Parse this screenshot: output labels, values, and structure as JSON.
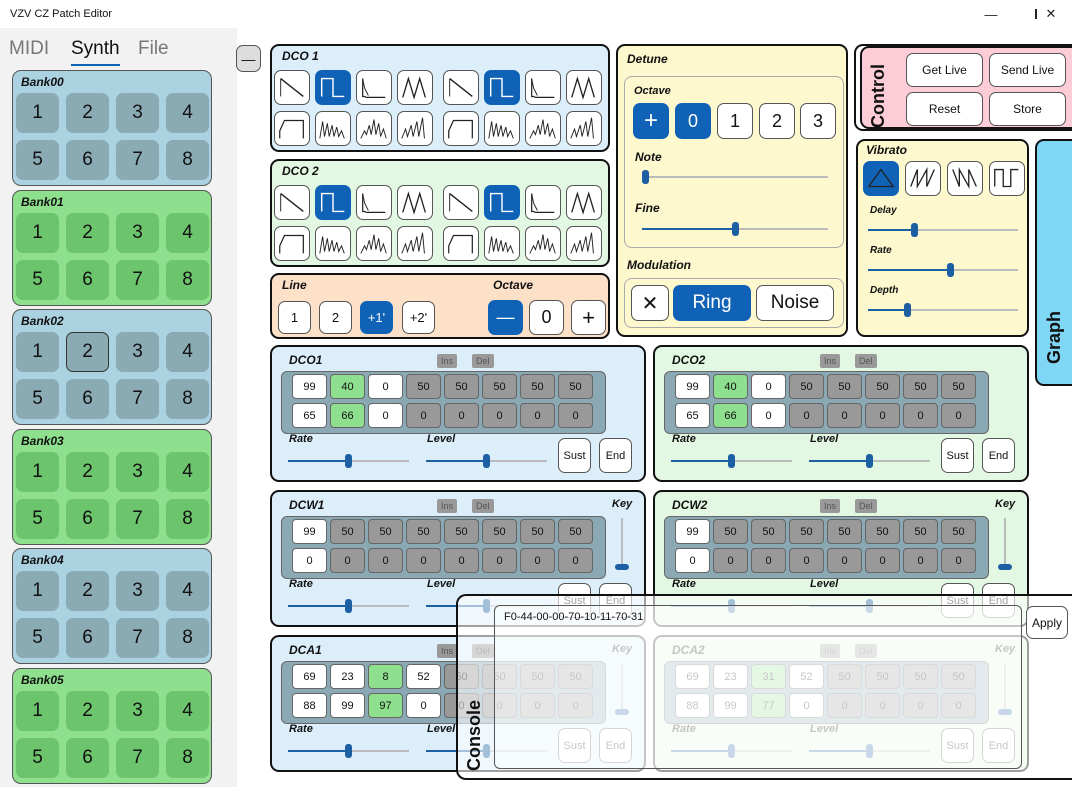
{
  "window": {
    "title": "VZV CZ Patch Editor",
    "minimize": "—",
    "maximize": "☐",
    "close": "✕"
  },
  "tabs": [
    "MIDI",
    "Synth",
    "File"
  ],
  "banks": [
    {
      "name": "Bank00",
      "color": "blue",
      "sel": -1
    },
    {
      "name": "Bank01",
      "color": "green",
      "sel": -1
    },
    {
      "name": "Bank02",
      "color": "blue",
      "sel": 1
    },
    {
      "name": "Bank03",
      "color": "green",
      "sel": -1
    },
    {
      "name": "Bank04",
      "color": "blue",
      "sel": -1
    },
    {
      "name": "Bank05",
      "color": "green",
      "sel": -1
    }
  ],
  "patch_numbers": [
    "1",
    "2",
    "3",
    "4",
    "5",
    "6",
    "7",
    "8"
  ],
  "collapse_label": "—",
  "dco1": {
    "title": "DCO 1"
  },
  "dco2": {
    "title": "DCO 2"
  },
  "line": {
    "title": "Line",
    "buttons": [
      "1",
      "2",
      "+1'",
      "+2'"
    ],
    "octave_label": "Octave",
    "octave_value": "0",
    "minus": "—",
    "plus": "+"
  },
  "detune": {
    "title": "Detune",
    "octave_label": "Octave",
    "plus": "+",
    "buttons": [
      "0",
      "1",
      "2",
      "3"
    ],
    "note_label": "Note",
    "note_value": 0.0,
    "fine_label": "Fine",
    "fine_value": 0.5
  },
  "modulation": {
    "title": "Modulation",
    "x": "✕",
    "ring": "Ring",
    "noise": "Noise"
  },
  "control": {
    "title": "Control",
    "get": "Get Live",
    "send": "Send Live",
    "reset": "Reset",
    "store": "Store"
  },
  "vibrato": {
    "title": "Vibrato",
    "delay_label": "Delay",
    "delay": 0.3,
    "rate_label": "Rate",
    "rate": 0.55,
    "depth_label": "Depth",
    "depth": 0.25
  },
  "graph": {
    "title": "Graph"
  },
  "envelopes": {
    "ins": "Ins",
    "del": "Del",
    "rate": "Rate",
    "level": "Level",
    "sust": "Sust",
    "end": "End",
    "key": "Key",
    "dco1": {
      "title": "DCO1",
      "row1": [
        "99",
        "40",
        "0",
        "50",
        "50",
        "50",
        "50",
        "50"
      ],
      "row2": [
        "65",
        "66",
        "0",
        "0",
        "0",
        "0",
        "0",
        "0"
      ],
      "rate": 0.5,
      "level": 0.5
    },
    "dco2": {
      "title": "DCO2",
      "row1": [
        "99",
        "40",
        "0",
        "50",
        "50",
        "50",
        "50",
        "50"
      ],
      "row2": [
        "65",
        "66",
        "0",
        "0",
        "0",
        "0",
        "0",
        "0"
      ],
      "rate": 0.5,
      "level": 0.5
    },
    "dcw1": {
      "title": "DCW1",
      "row1": [
        "99",
        "50",
        "50",
        "50",
        "50",
        "50",
        "50",
        "50"
      ],
      "row2": [
        "0",
        "0",
        "0",
        "0",
        "0",
        "0",
        "0",
        "0"
      ],
      "rate": 0.5
    },
    "dcw2": {
      "title": "DCW2",
      "row1": [
        "99",
        "50",
        "50",
        "50",
        "50",
        "50",
        "50",
        "50"
      ],
      "row2": [
        "0",
        "0",
        "0",
        "0",
        "0",
        "0",
        "0",
        "0"
      ]
    },
    "dca1": {
      "title": "DCA1",
      "row1": [
        "69",
        "23",
        "8",
        "52",
        "50",
        "50",
        "50",
        "50"
      ],
      "row2": [
        "88",
        "99",
        "97",
        "0",
        "0",
        "0",
        "0",
        "0"
      ],
      "rate": 0.5
    },
    "dca2": {
      "title": "DCA2",
      "row1": [
        "69",
        "23",
        "31",
        "52",
        "50",
        "50",
        "50",
        "50"
      ],
      "row2": [
        "88",
        "99",
        "77",
        "0",
        "0",
        "0",
        "0",
        "0"
      ]
    }
  },
  "console": {
    "title": "Console",
    "text": "F0-44-00-00-70-10-11-70-31",
    "apply": "Apply"
  },
  "colors": {
    "accent": "#0f62b5",
    "blue_panel": "#dbeefa",
    "green_panel": "#e2f8e2",
    "peach_panel": "#fde0c8",
    "yellow_panel": "#fdf8cd",
    "pink_panel": "#fccdd6",
    "graph": "#7fd6f5"
  }
}
